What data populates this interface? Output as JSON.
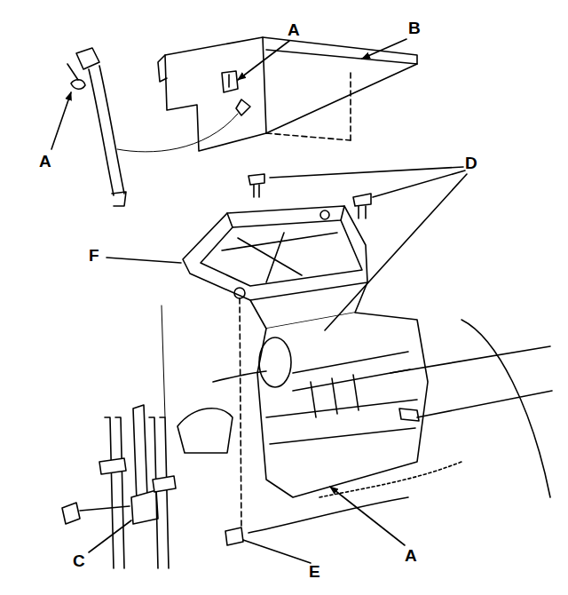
{
  "diagram": {
    "labels": [
      "A",
      "B",
      "A",
      "D",
      "F",
      "C",
      "A",
      "E"
    ]
  }
}
